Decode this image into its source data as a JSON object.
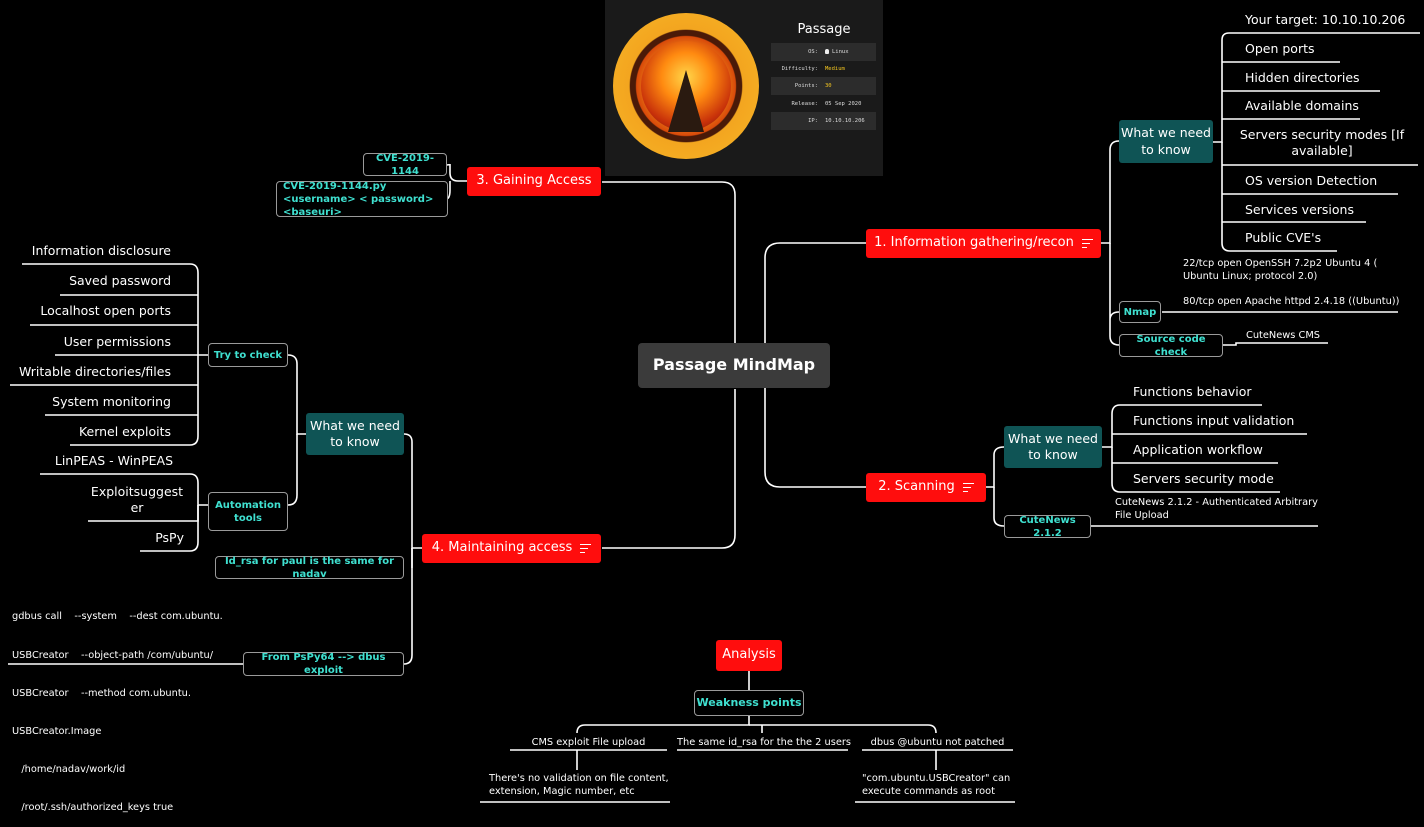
{
  "root": "Passage MindMap",
  "machine_card": {
    "title": "Passage",
    "rows": [
      {
        "key": "OS:",
        "value": "Linux"
      },
      {
        "key": "Difficulty:",
        "value": "Medium"
      },
      {
        "key": "Points:",
        "value": "30"
      },
      {
        "key": "Release:",
        "value": "05 Sep 2020"
      },
      {
        "key": "IP:",
        "value": "10.10.10.206"
      }
    ]
  },
  "branch1": {
    "title": "1. Information gathering/recon",
    "need_to_know": "What we need to know",
    "items": [
      "Your target: 10.10.10.206",
      "Open ports",
      "Hidden directories",
      "Available domains",
      "Servers security modes [If available]",
      "OS version Detection",
      "Services versions",
      "Public CVE's"
    ],
    "nmap": "Nmap",
    "nmap_results": [
      "22/tcp open OpenSSH 7.2p2 Ubuntu 4 ( Ubuntu Linux; protocol 2.0)",
      "80/tcp open  Apache httpd 2.4.18 ((Ubuntu))"
    ],
    "source_code_check": "Source code check",
    "source_code_result": "CuteNews CMS"
  },
  "branch2": {
    "title": "2. Scanning",
    "need_to_know": "What we need to know",
    "items": [
      "Functions behavior",
      "Functions input validation",
      "Application workflow",
      "Servers security mode"
    ],
    "cutenews": "CuteNews 2.1.2",
    "cutenews_result": "CuteNews 2.1.2 - Authenticated Arbitrary File Upload"
  },
  "branch3": {
    "title": "3. Gaining Access",
    "cve": "CVE-2019-1144",
    "exploit": "CVE-2019-1144.py <username> < password> <baseuri>"
  },
  "branch4": {
    "title": "4. Maintaining access",
    "need_to_know": "What we need to know",
    "try_to_check": "Try to check",
    "checks": [
      "Information disclosure",
      "Saved password",
      "Localhost open ports",
      "User permissions",
      "Writable directories/files",
      "System monitoring",
      "Kernel exploits"
    ],
    "automation_tools": "Automation tools",
    "tools": [
      "LinPEAS - WinPEAS",
      "Exploitsuggester",
      "PsPy"
    ],
    "id_rsa": "Id_rsa for paul is the same for nadav",
    "pspy_dbus": "From PsPy64 --> dbus exploit",
    "dbus_command": [
      "gdbus call    --system    --dest com.ubuntu.",
      "USBCreator    --object-path /com/ubuntu/",
      "USBCreator    --method com.ubuntu.",
      "USBCreator.Image",
      "   /home/nadav/work/id",
      "   /root/.ssh/authorized_keys true"
    ]
  },
  "analysis": {
    "title": "Analysis",
    "weakness": "Weakness points",
    "points": [
      {
        "label": "CMS exploit File upload",
        "detail": "There's no validation on file content, extension, Magic number, etc"
      },
      {
        "label": "The same id_rsa for the the 2 users",
        "detail": ""
      },
      {
        "label": "dbus @ubuntu not patched",
        "detail": "\"com.ubuntu.USBCreator\" can execute commands as root"
      }
    ]
  },
  "colors": {
    "main": "#ff0d0d",
    "teal": "#0f5455",
    "tag_text": "#3fe0d0",
    "root": "#3b3b3b",
    "background": "#000000"
  }
}
